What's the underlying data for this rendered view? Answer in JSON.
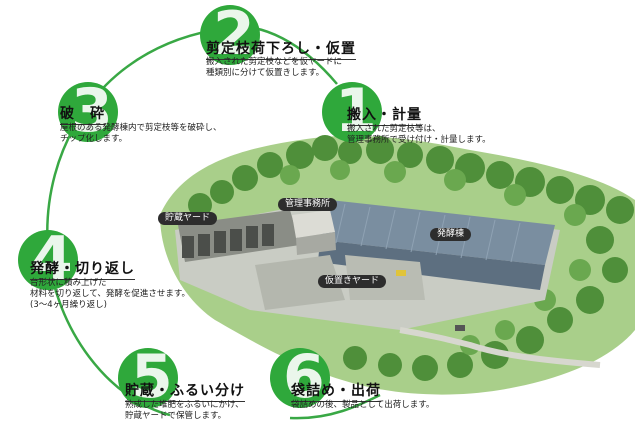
{
  "steps": [
    {
      "num": "1",
      "title": "搬入・計量",
      "desc": [
        "搬入された剪定枝等は、",
        "管理事務所で受け付け・計量します。"
      ]
    },
    {
      "num": "2",
      "title": "剪定枝荷下ろし・仮置",
      "desc": [
        "搬入された剪定枝などを仮ヤードに",
        "種類別に分けて仮置きします。"
      ]
    },
    {
      "num": "3",
      "title": "破　砕",
      "desc": [
        "屋根のある発酵棟内で剪定枝等を破砕し、",
        "チップ化します。"
      ]
    },
    {
      "num": "4",
      "title": "発酵・切り返し",
      "desc": [
        "台形状に積み上げた",
        "材料を切り返して、発酵を促進させます。",
        "(3～4ヶ月繰り返し)"
      ]
    },
    {
      "num": "5",
      "title": "貯蔵・ふるい分け",
      "desc": [
        "熟成した堆肥をふるいにかけ、",
        "貯蔵ヤードで保管します。"
      ]
    },
    {
      "num": "6",
      "title": "袋詰め・出荷",
      "desc": [
        "袋詰めの後、製品として出荷します。"
      ]
    }
  ],
  "buildings": {
    "storage_yard": "貯蔵ヤード",
    "admin_office": "管理事務所",
    "fermentation": "発酵棟",
    "temp_yard": "仮置きヤード"
  },
  "colors": {
    "circle": "#2fa83b",
    "ring": "#39a845",
    "label_bg": "#2d2d2d"
  }
}
